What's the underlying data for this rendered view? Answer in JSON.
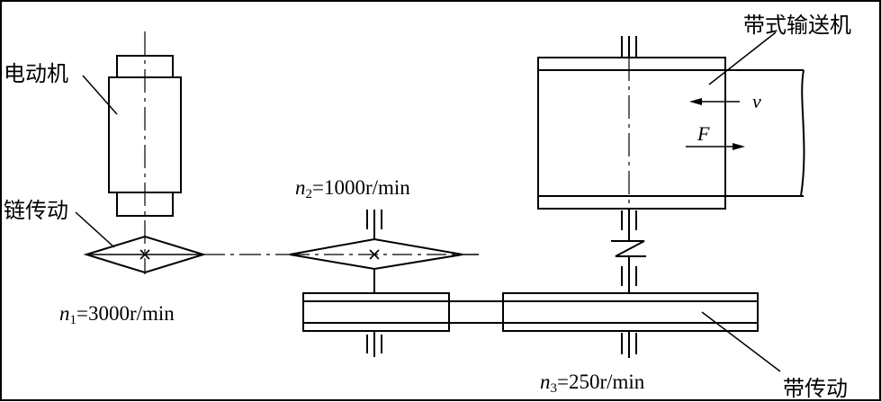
{
  "labels": {
    "motor": "电动机",
    "chain_drive": "链传动",
    "conveyor": "带式输送机",
    "belt_drive": "带传动",
    "velocity_symbol": "v",
    "force_symbol": "F"
  },
  "speeds": {
    "n1": {
      "symbol": "n",
      "subscript": "1",
      "value": "=3000r/min"
    },
    "n2": {
      "symbol": "n",
      "subscript": "2",
      "value": "=1000r/min"
    },
    "n3": {
      "symbol": "n",
      "subscript": "3",
      "value": "=250r/min"
    }
  }
}
